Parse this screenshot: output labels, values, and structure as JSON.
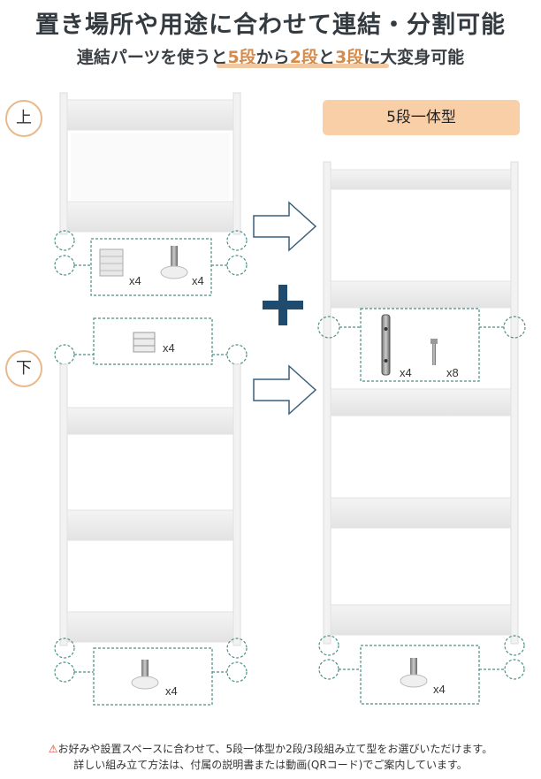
{
  "header": {
    "title": "置き場所や用途に合わせて連結・分割可能",
    "subtitle_pre": "連結パーツを使うと",
    "subtitle_hl1": "5段",
    "subtitle_mid1": "から",
    "subtitle_hl2": "2段",
    "subtitle_mid2": "と",
    "subtitle_hl3": "3段",
    "subtitle_post": "に大変身可能"
  },
  "labels": {
    "upper": "上",
    "lower": "下",
    "five_tier": "5段一体型"
  },
  "quantities": {
    "upper_foot_caps": "x4",
    "upper_feet": "x4",
    "lower_connectors": "x4",
    "lower_feet": "x4",
    "joint_brackets": "x4",
    "joint_screws": "x8",
    "right_feet": "x4"
  },
  "notes": {
    "warning_icon": "warning-icon",
    "line1": "お好みや設置スペースに合わせて、5段一体型か2段/3段組み立て型をお選びいただけます。",
    "line2": "詳しい組み立て方法は、付属の説明書または動画(QRコード)でご案内しています。"
  },
  "colors": {
    "accent_orange": "#d38b4e",
    "label_bg": "#f9cfa8",
    "plus_navy": "#1f4b6e",
    "dashed_teal": "#4d8f86",
    "arrow_navy": "#3b5f7a"
  }
}
